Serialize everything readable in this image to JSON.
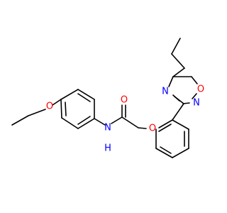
{
  "atoms": {
    "o_ether": "O",
    "n_amide": "N",
    "h_amide": "H",
    "o_carbonyl": "O",
    "o_aryl": "O",
    "n_ring_a": "N",
    "o_ring": "O",
    "n_ring_b": "N"
  },
  "colors": {
    "bond": "#000000",
    "oxygen": "#ff0000",
    "nitrogen": "#0000ff"
  }
}
